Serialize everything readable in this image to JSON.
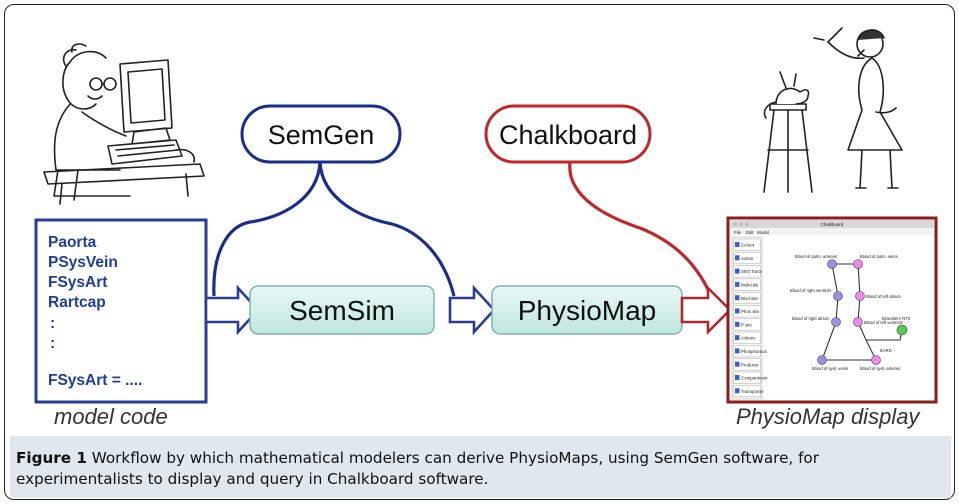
{
  "figure": {
    "label": "Figure 1",
    "caption": " Workflow by which mathematical modelers can derive PhysioMaps, using SemGen software, for experimentalists to display and query in Chalkboard software."
  },
  "nodes": {
    "semgen": "SemGen",
    "chalkboard": "Chalkboard",
    "semsim": "SemSim",
    "physiomap": "PhysioMap"
  },
  "model_code": {
    "lines": [
      "Paorta",
      "PSysVein",
      "FSysArt",
      "Rartcap"
    ],
    "dots": [
      ":",
      ":"
    ],
    "last_line": "FSysArt = ...."
  },
  "labels": {
    "model_code": "model code",
    "physiomap_display": "PhysioMap display"
  },
  "chalkboard_window": {
    "title": "Chalkboard",
    "menu": [
      "File",
      "Edit",
      "Model"
    ],
    "tools": [
      "Cursor",
      "Action",
      "Shift Trace",
      "Molecule",
      "Bind site",
      "Phos site",
      "P site",
      "Actions",
      "Phosphorous",
      "Producer",
      "Compartment",
      "Transporter"
    ],
    "node_labels": [
      "Blood of pulm. arteries",
      "Blood of pulm. veins",
      "Blood of right ventricle",
      "Blood of left atrium",
      "Blood of right atrium",
      "Blood of left ventricle",
      "Brainstem NTS",
      "EARD",
      "Blood of syst. veins",
      "Blood of syst. arteries"
    ]
  },
  "colors": {
    "semgen_path": "#1a2f8a",
    "chalkboard_path": "#c0262a",
    "box_fill": "#cfeee9",
    "box_border": "#7bb6b0",
    "arrow_blue_fill": "#ffffff",
    "arrow_blue_stroke": "#2a3d96",
    "arrow_red_stroke": "#b3252a",
    "code_text": "#1d3c9c",
    "caption_bg": "#dfe8ef"
  }
}
